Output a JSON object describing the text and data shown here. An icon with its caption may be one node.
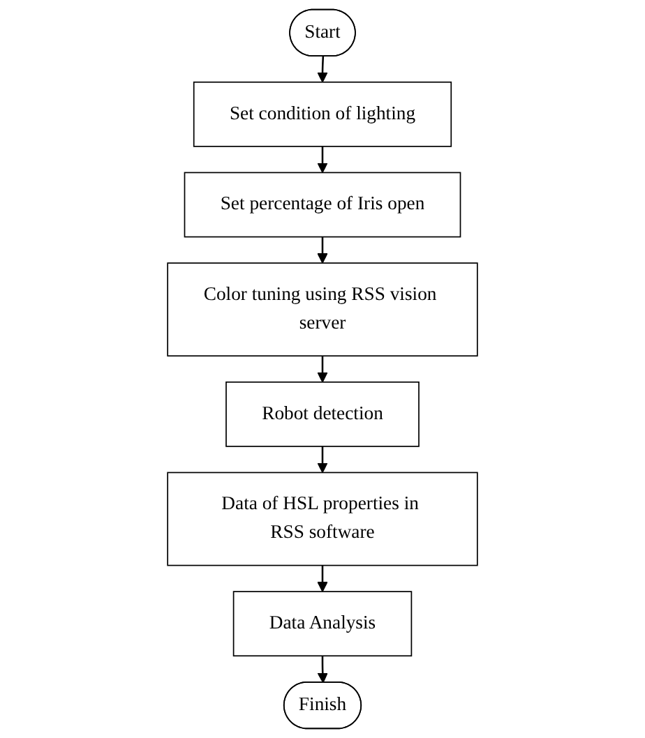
{
  "diagram": {
    "nodes": [
      {
        "text": [
          "Start"
        ]
      },
      {
        "text": [
          "Set condition of lighting"
        ]
      },
      {
        "text": [
          "Set percentage of Iris open"
        ]
      },
      {
        "text": [
          "Color tuning using RSS vision server"
        ]
      },
      {
        "text": [
          "Robot detection"
        ]
      },
      {
        "text": [
          "Data of HSL properties in RSS software"
        ]
      },
      {
        "text": [
          "Data Analysis"
        ]
      },
      {
        "text": [
          "Finish"
        ]
      }
    ],
    "edges": [
      {
        "from": 0,
        "to": 1,
        "arrow": "to"
      },
      {
        "from": 1,
        "to": 2,
        "arrow": "to"
      },
      {
        "from": 2,
        "to": 3,
        "arrow": "to"
      },
      {
        "from": 3,
        "to": 4,
        "arrow": "to"
      },
      {
        "from": 4,
        "to": 5,
        "arrow": "to"
      },
      {
        "from": 5,
        "to": 6,
        "arrow": "to"
      },
      {
        "from": 6,
        "to": 7,
        "arrow": "to"
      }
    ]
  }
}
